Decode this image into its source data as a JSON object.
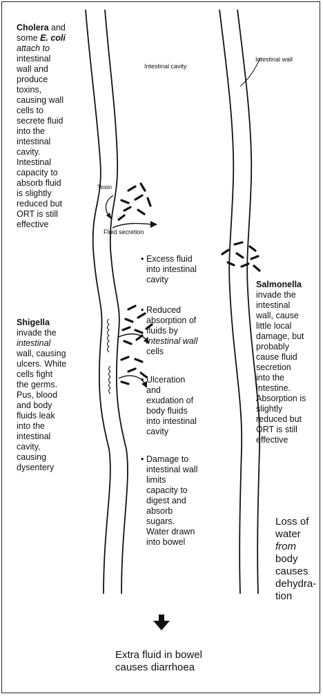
{
  "labels": {
    "intestinal_cavity": "Intestinal cavity",
    "intestinal_wall": "Intestinal wall",
    "toxin": "Toxin",
    "fluid_secretion": "Fluid secretion"
  },
  "cholera": {
    "title": "Cholera",
    "and_some": "and",
    "some": "some",
    "ecoli": "E. coli",
    "attach_to": "attach to",
    "body_lines": [
      "intestinal",
      "wall and",
      "produce",
      "toxins,",
      "causing wall",
      "cells to",
      "secrete fluid",
      "into the",
      "intestinal",
      "cavity.",
      "Intestinal",
      "capacity to",
      "absorb fluid",
      "is slightly",
      "reduced but",
      "ORT is still",
      "effective"
    ]
  },
  "shigella": {
    "title": "Shigella",
    "lines": [
      "invade the"
    ],
    "intestinal": "intestinal",
    "rest": [
      "wall, causing",
      "ulcers. White",
      "cells fight",
      "the germs.",
      "Pus, blood",
      "and body",
      "fluids leak",
      "into the",
      "intestinal",
      "cavity,",
      "causing",
      "dysentery"
    ]
  },
  "salmonella": {
    "title": "Salmonella",
    "lines": [
      "invade the",
      "intestinal",
      "wall, cause",
      "little local",
      "damage, but",
      "probably",
      "cause fluid",
      "secretion",
      "into the",
      "intestine.",
      "Absorption is",
      "slightly",
      "reduced but",
      "ORT is still",
      "effective"
    ]
  },
  "bullets": {
    "excess": [
      "Excess fluid",
      "into intestinal",
      "cavity"
    ],
    "reduced": [
      "Reduced",
      "absorption of",
      "fluids by"
    ],
    "reduced_italic": "intestinal wall",
    "reduced_end": "cells",
    "ulceration": [
      "Ulceration",
      "and",
      "exudation of",
      "body fluids",
      "into intestinal",
      "cavity"
    ],
    "damage": [
      "Damage to",
      "intestinal wall",
      "limits",
      "capacity to",
      "digest and",
      "absorb",
      "sugars.",
      "Water drawn",
      "into bowel"
    ]
  },
  "loss": {
    "line1": "Loss of",
    "line2": "water",
    "from": "from",
    "rest": [
      "body",
      "causes",
      "dehydra-",
      "tion"
    ]
  },
  "footer": {
    "line1": "Extra fluid in bowel",
    "line2": "causes diarrhoea"
  }
}
